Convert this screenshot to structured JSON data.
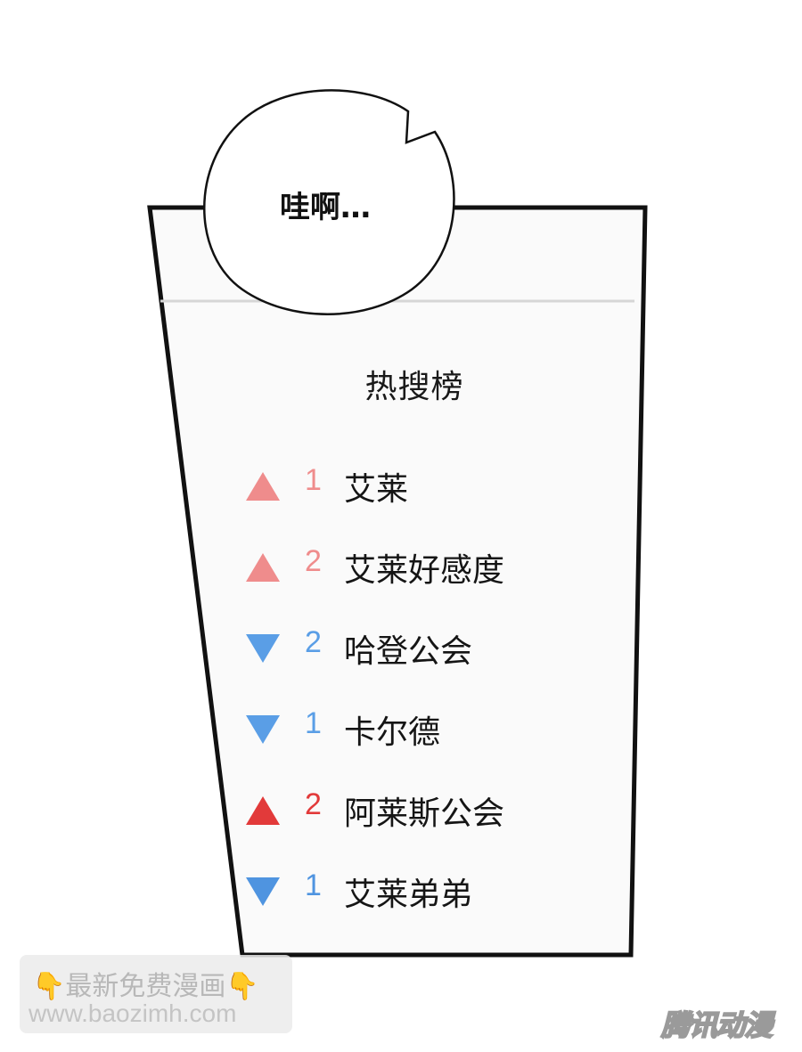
{
  "bubble": {
    "text": "哇啊…"
  },
  "hot_search": {
    "title": "热搜榜",
    "items": [
      {
        "direction": "up",
        "change": "1",
        "term": "艾莱",
        "color": "#ef8c8c"
      },
      {
        "direction": "up",
        "change": "2",
        "term": "艾莱好感度",
        "color": "#ef8c8c"
      },
      {
        "direction": "down",
        "change": "2",
        "term": "哈登公会",
        "color": "#5a9ee6"
      },
      {
        "direction": "down",
        "change": "1",
        "term": "卡尔德",
        "color": "#5a9ee6"
      },
      {
        "direction": "up",
        "change": "2",
        "term": "阿莱斯公会",
        "color": "#e23a3a"
      },
      {
        "direction": "down",
        "change": "1",
        "term": "艾莱弟弟",
        "color": "#4f94e0"
      }
    ]
  },
  "watermark": {
    "line1": "最新免费漫画",
    "line2": "www.baozimh.com",
    "hand_icon": "pointing-down-hand-icon"
  },
  "publisher": {
    "logo_text": "腾讯动漫"
  }
}
